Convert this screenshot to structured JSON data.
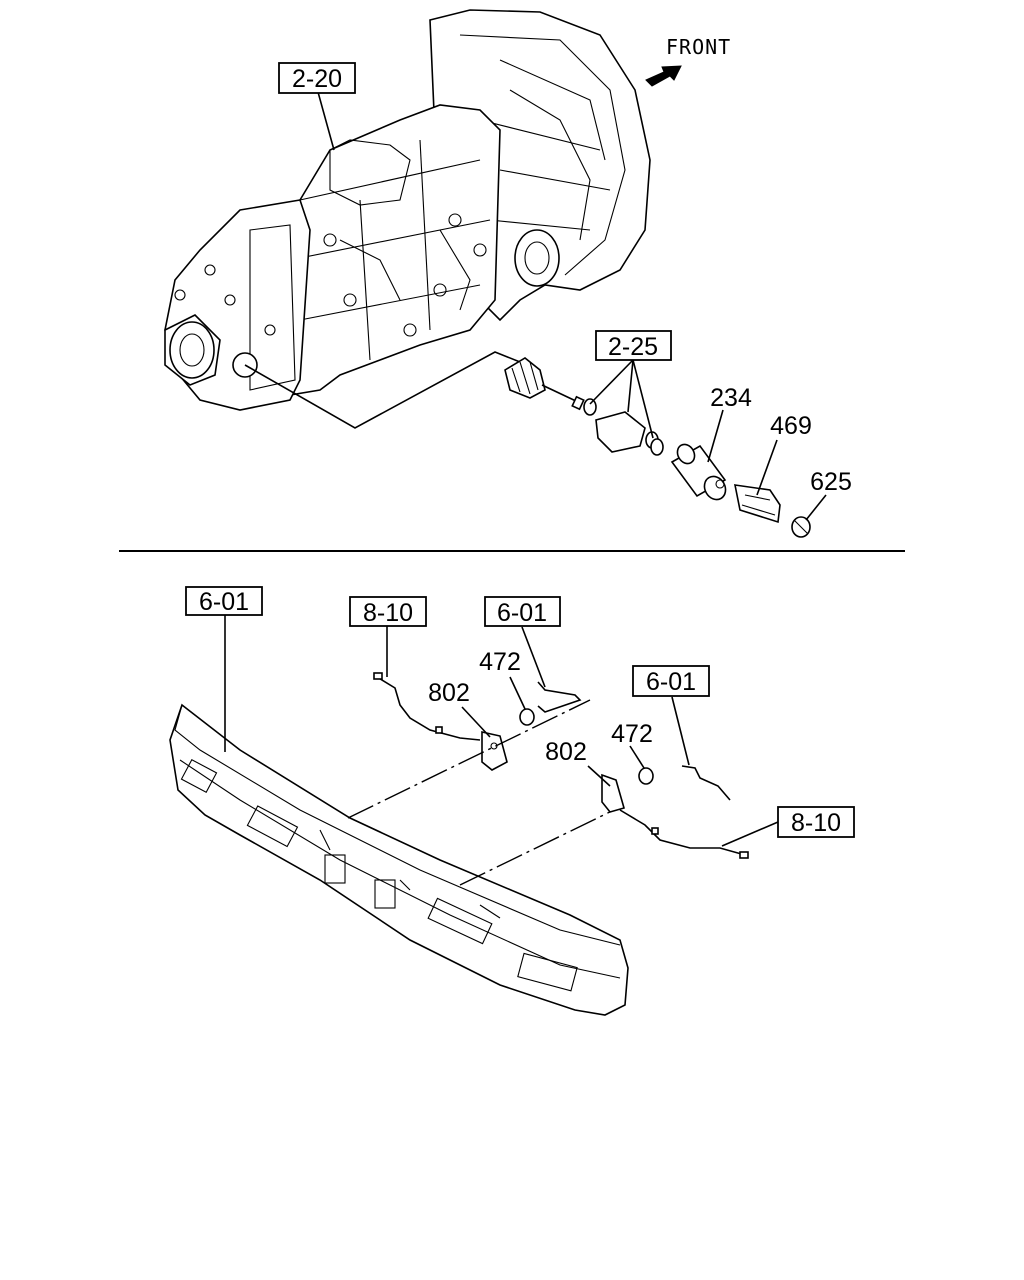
{
  "front_label": "FRONT",
  "callouts": {
    "transmission_ref": "2-20",
    "speedometer_gear_ref": "2-25",
    "sensor_part": "234",
    "clip_part": "469",
    "cap_part": "625",
    "bumper_ref_left": "6-01",
    "harness_ref_left": "8-10",
    "bracket_ref_left": "6-01",
    "nut_part_left": "472",
    "bracket_part_left": "802",
    "bracket_ref_right": "6-01",
    "nut_part_right": "472",
    "bracket_part_right": "802",
    "harness_ref_right": "8-10"
  }
}
